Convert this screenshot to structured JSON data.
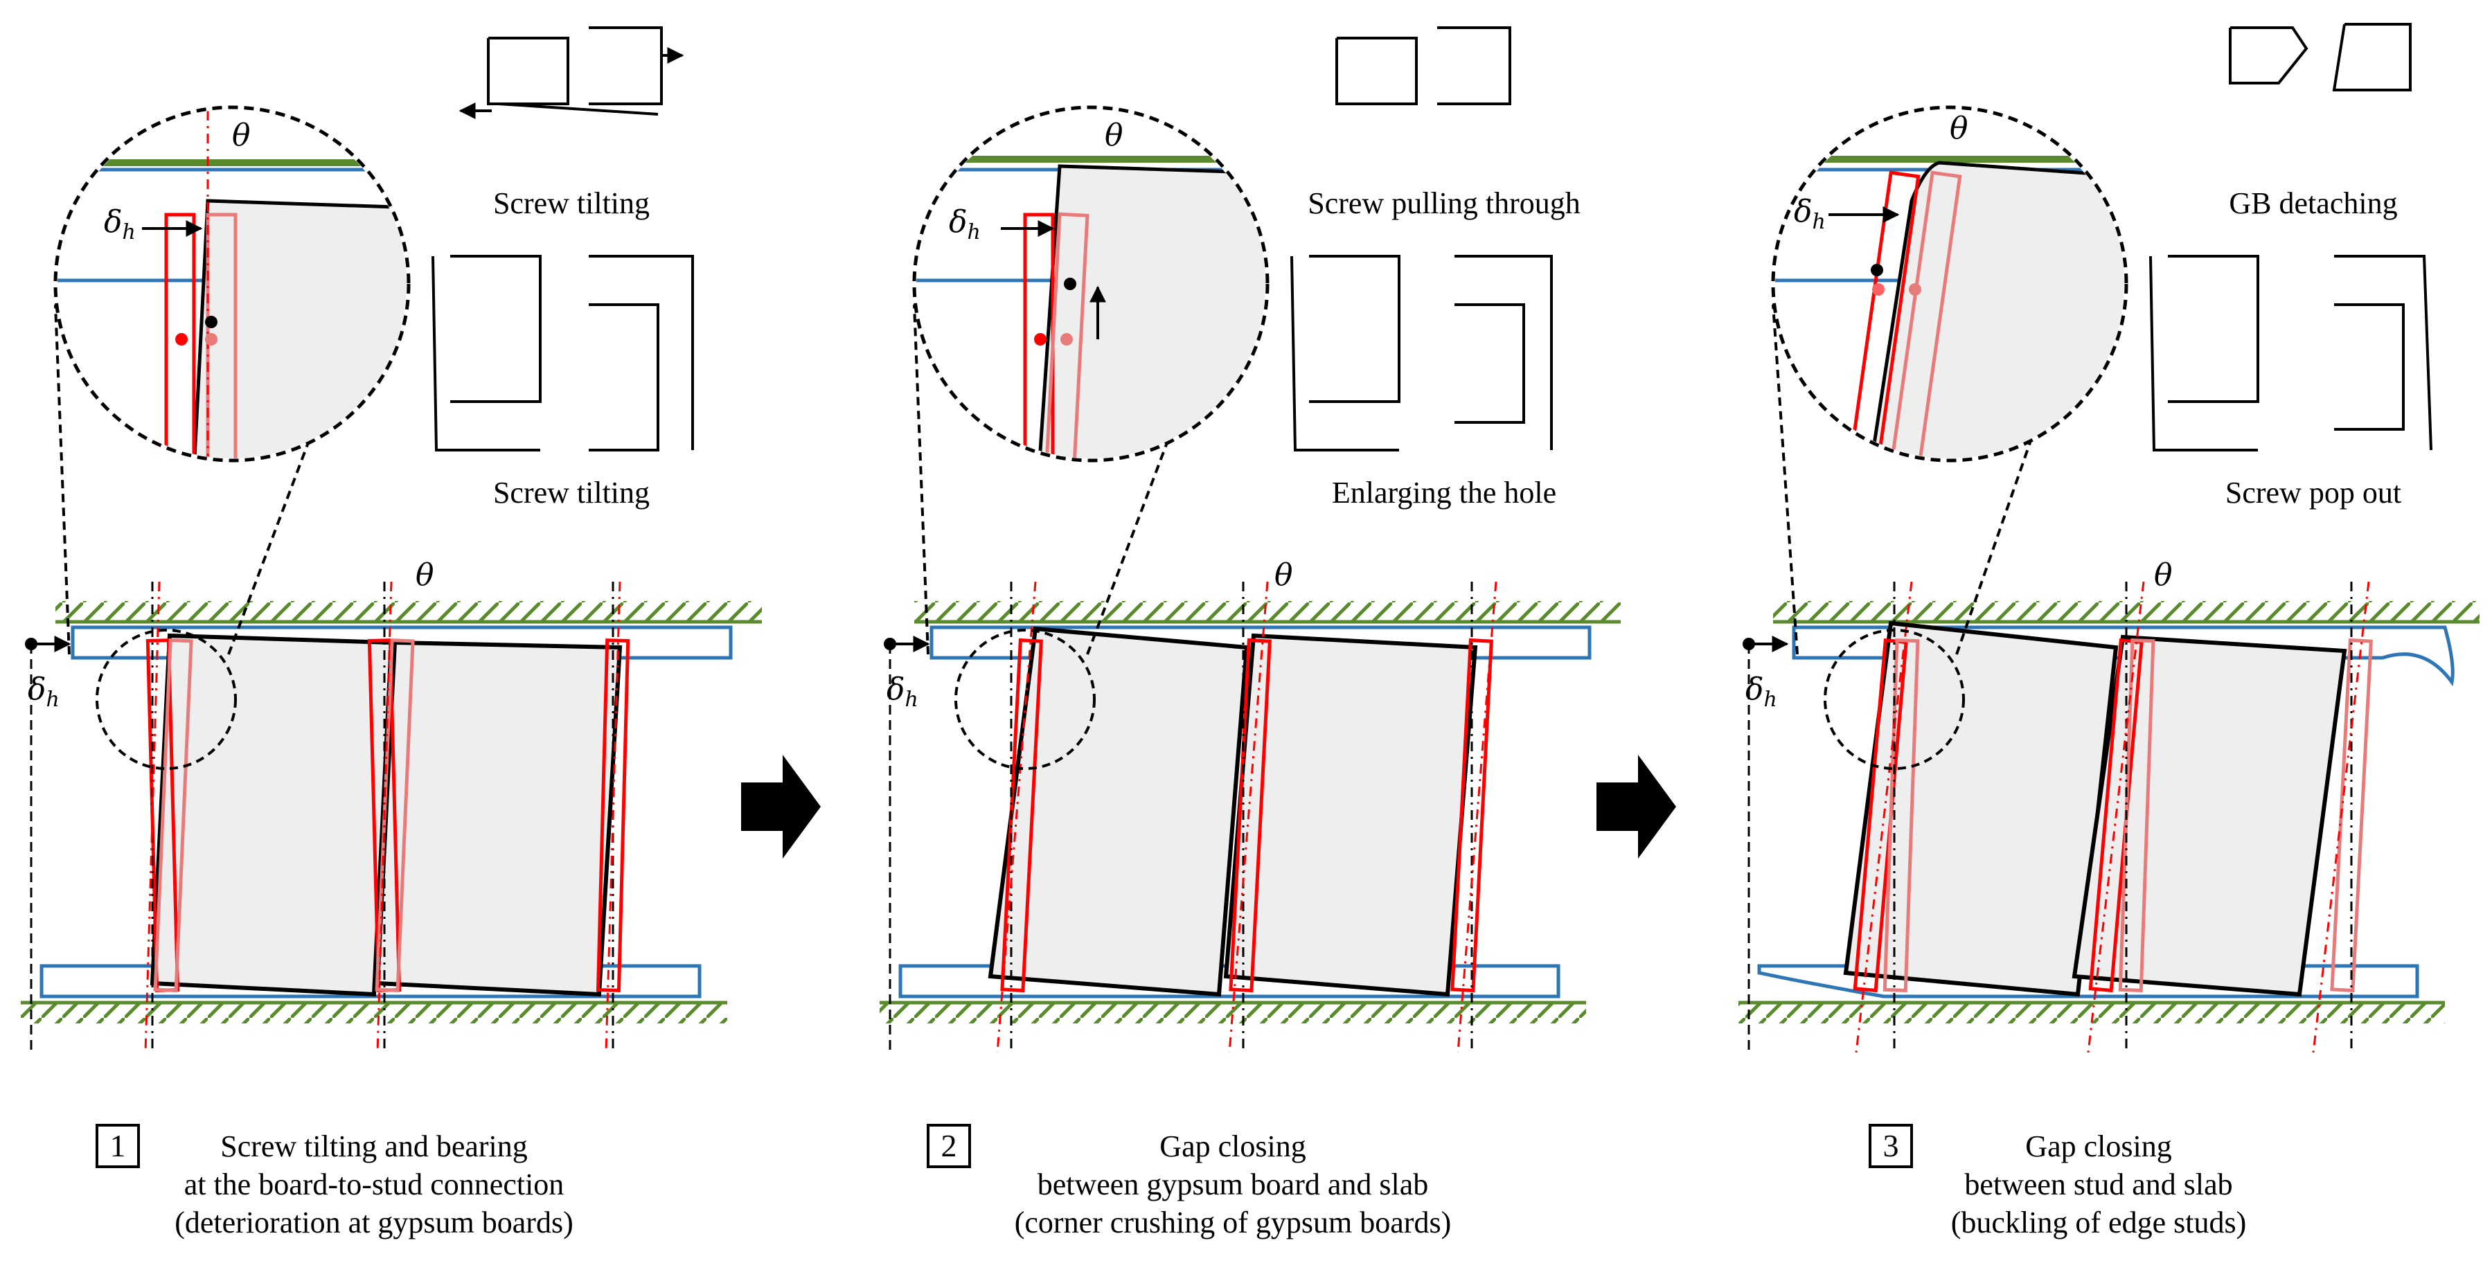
{
  "colors": {
    "ground": "#5a8a2e",
    "slab": "#2e75b6",
    "stud_initial": "#ff0000",
    "stud_displaced": "#e87a7a",
    "board_fill": "#eeeeee",
    "screw": "#6b6b6b"
  },
  "symbols": {
    "theta": "θ",
    "delta": "δ",
    "delta_sub": "h"
  },
  "stages": [
    {
      "number": "1",
      "caption": [
        "Screw tilting and bearing",
        "at the board-to-stud connection",
        "(deterioration at gypsum boards)"
      ],
      "mechanism_top": "Screw tilting",
      "mechanism_bottom": "Screw tilting"
    },
    {
      "number": "2",
      "caption": [
        "Gap closing",
        "between gypsum board and slab",
        "(corner crushing of gypsum boards)"
      ],
      "mechanism_top": "Screw pulling through",
      "mechanism_bottom": "Enlarging the hole"
    },
    {
      "number": "3",
      "caption": [
        "Gap closing",
        "between stud and slab",
        "(buckling of edge studs)"
      ],
      "mechanism_top": "GB detaching",
      "mechanism_bottom": "Screw pop out"
    }
  ]
}
